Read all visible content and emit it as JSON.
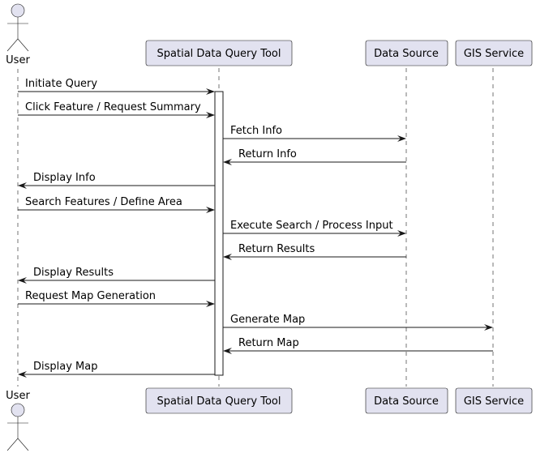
{
  "participants": {
    "user": "User",
    "tool": "Spatial Data Query Tool",
    "source": "Data Source",
    "gis": "GIS Service"
  },
  "messages": [
    {
      "from": "user",
      "to": "tool",
      "label": "Initiate Query"
    },
    {
      "from": "user",
      "to": "tool",
      "label": "Click Feature / Request Summary"
    },
    {
      "from": "tool",
      "to": "source",
      "label": "Fetch Info"
    },
    {
      "from": "source",
      "to": "tool",
      "label": "Return Info"
    },
    {
      "from": "tool",
      "to": "user",
      "label": "Display Info"
    },
    {
      "from": "user",
      "to": "tool",
      "label": "Search Features / Define Area"
    },
    {
      "from": "tool",
      "to": "source",
      "label": "Execute Search / Process Input"
    },
    {
      "from": "source",
      "to": "tool",
      "label": "Return Results"
    },
    {
      "from": "tool",
      "to": "user",
      "label": "Display Results"
    },
    {
      "from": "user",
      "to": "tool",
      "label": "Request Map Generation"
    },
    {
      "from": "tool",
      "to": "gis",
      "label": "Generate Map"
    },
    {
      "from": "gis",
      "to": "tool",
      "label": "Return Map"
    },
    {
      "from": "tool",
      "to": "user",
      "label": "Display Map"
    }
  ]
}
